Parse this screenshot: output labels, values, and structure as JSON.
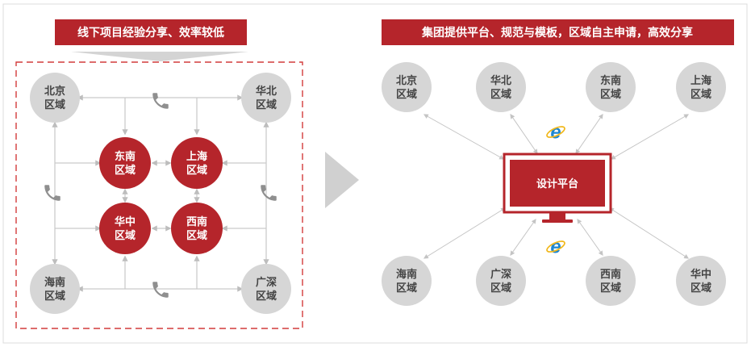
{
  "left_panel": {
    "title": "线下项目经验分享、效率较低",
    "corner_nodes": [
      {
        "id": "beijing",
        "line1": "北京",
        "line2": "区域"
      },
      {
        "id": "huabei",
        "line1": "华北",
        "line2": "区域"
      },
      {
        "id": "hainan",
        "line1": "海南",
        "line2": "区域"
      },
      {
        "id": "guangshen",
        "line1": "广深",
        "line2": "区域"
      }
    ],
    "center_nodes": [
      {
        "id": "dongnan",
        "line1": "东南",
        "line2": "区域"
      },
      {
        "id": "shanghai",
        "line1": "上海",
        "line2": "区域"
      },
      {
        "id": "huazhong",
        "line1": "华中",
        "line2": "区域"
      },
      {
        "id": "xinan",
        "line1": "西南",
        "line2": "区域"
      }
    ]
  },
  "right_panel": {
    "title": "集团提供平台、规范与模板，区域自主申请，高效分享",
    "platform_label": "设计平台",
    "top_nodes": [
      {
        "id": "beijing",
        "line1": "北京",
        "line2": "区域"
      },
      {
        "id": "huabei",
        "line1": "华北",
        "line2": "区域"
      },
      {
        "id": "dongnan",
        "line1": "东南",
        "line2": "区域"
      },
      {
        "id": "shanghai",
        "line1": "上海",
        "line2": "区域"
      }
    ],
    "bottom_nodes": [
      {
        "id": "hainan",
        "line1": "海南",
        "line2": "区域"
      },
      {
        "id": "guangshen",
        "line1": "广深",
        "line2": "区域"
      },
      {
        "id": "xinan",
        "line1": "西南",
        "line2": "区域"
      },
      {
        "id": "huazhong",
        "line1": "华中",
        "line2": "区域"
      }
    ]
  },
  "colors": {
    "brand_red": "#b5252b",
    "node_gray": "#d6d6d6",
    "connector_gray": "#c9c9c9",
    "arrow_gray": "#d0d0d0",
    "ie_blue": "#1d86d1"
  },
  "icons": [
    "phone-icon",
    "ie-browser-icon",
    "play-arrow-icon",
    "monitor-icon"
  ]
}
